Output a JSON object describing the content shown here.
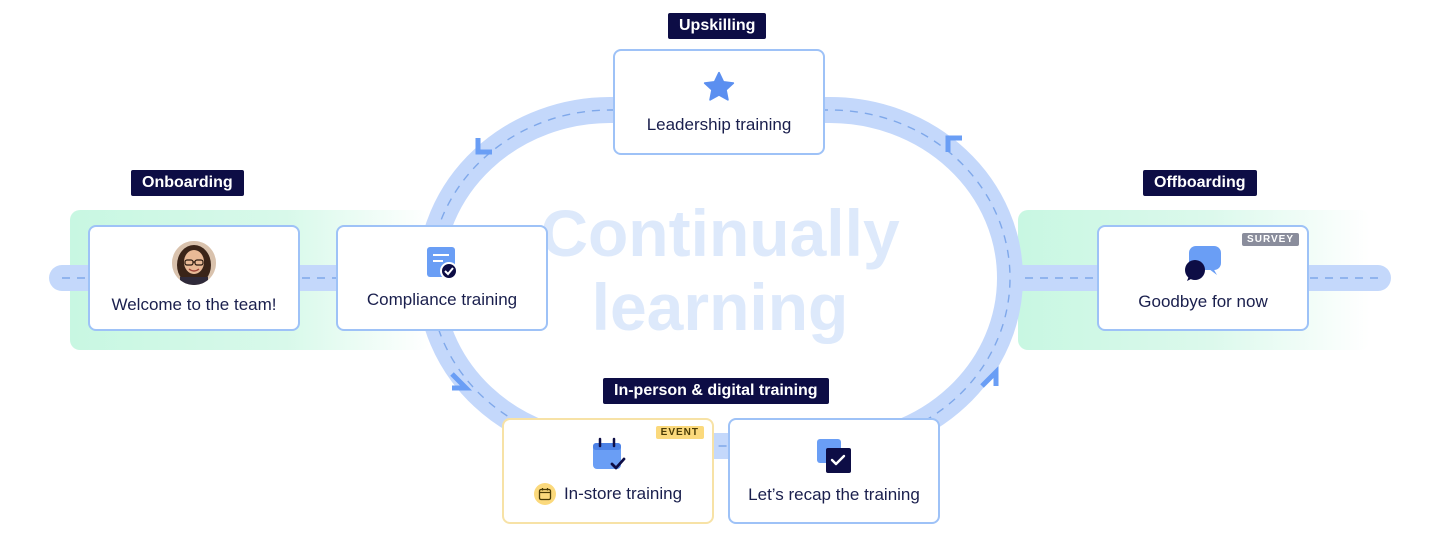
{
  "watermark": {
    "line1": "Continually",
    "line2": "learning"
  },
  "stages": {
    "onboarding": "Onboarding",
    "upskilling": "Upskilling",
    "offboarding": "Offboarding",
    "in_person": "In-person & digital training"
  },
  "cards": {
    "welcome": {
      "label": "Welcome to the team!",
      "icon": "avatar"
    },
    "compliance": {
      "label": "Compliance training",
      "icon": "checklist-icon"
    },
    "leadership": {
      "label": "Leadership training",
      "icon": "star-icon"
    },
    "goodbye": {
      "label": "Goodbye for now",
      "icon": "chat-bubble-icon",
      "badge": "SURVEY"
    },
    "in_store": {
      "label": "In-store training",
      "icon": "calendar-check-icon",
      "badge": "EVENT"
    },
    "recap": {
      "label": "Let’s recap the training",
      "icon": "copy-check-icon"
    }
  },
  "colors": {
    "track": "#c4d8fb",
    "accent": "#6a9ef5",
    "dark": "#0d0d45",
    "band": "#c8f7e2"
  }
}
